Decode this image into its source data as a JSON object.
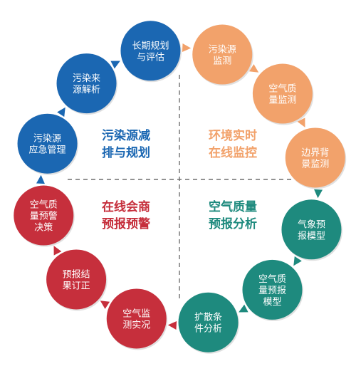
{
  "colors": {
    "blue": "#1b67b2",
    "orange": "#f2a26b",
    "teal": "#1e8a7e",
    "red": "#c62f3c",
    "divider": "#6f6f6f"
  },
  "quadrants": [
    {
      "id": "pollution-reduction",
      "line1": "污染源减",
      "line2": "排与规划",
      "color": "#1b67b2"
    },
    {
      "id": "env-monitoring",
      "line1": "环境实时",
      "line2": "在线监控",
      "color": "#f2a26b"
    },
    {
      "id": "aq-forecast",
      "line1": "空气质量",
      "line2": "预报分析",
      "color": "#1e8a7e"
    },
    {
      "id": "forecast-warning",
      "line1": "在线会商",
      "line2": "预报预警",
      "color": "#c62f3c"
    }
  ],
  "nodes": [
    {
      "id": "pollution-source-monitoring",
      "lines": [
        "污染源",
        "监测"
      ],
      "color": "#f2a26b"
    },
    {
      "id": "air-quality-monitoring",
      "lines": [
        "空气质",
        "量监测"
      ],
      "color": "#f2a26b"
    },
    {
      "id": "background-monitoring",
      "lines": [
        "边界背",
        "景监测"
      ],
      "color": "#f2a26b"
    },
    {
      "id": "meteorological-model",
      "lines": [
        "气象预",
        "报模型"
      ],
      "color": "#1e8a7e"
    },
    {
      "id": "aq-forecast-model",
      "lines": [
        "空气质",
        "量预报",
        "模型"
      ],
      "color": "#1e8a7e"
    },
    {
      "id": "diffusion-analysis",
      "lines": [
        "扩散条",
        "件分析"
      ],
      "color": "#1e8a7e"
    },
    {
      "id": "aq-monitoring-reality",
      "lines": [
        "空气监",
        "测实况"
      ],
      "color": "#c62f3c"
    },
    {
      "id": "forecast-correction",
      "lines": [
        "预报结",
        "果订正"
      ],
      "color": "#c62f3c"
    },
    {
      "id": "aq-warning-decision",
      "lines": [
        "空气质",
        "量预警",
        "决策"
      ],
      "color": "#c62f3c"
    },
    {
      "id": "emergency-management",
      "lines": [
        "污染源",
        "应急管理"
      ],
      "color": "#1b67b2"
    },
    {
      "id": "source-analysis",
      "lines": [
        "污染来",
        "源解析"
      ],
      "color": "#1b67b2"
    },
    {
      "id": "long-term-planning",
      "lines": [
        "长期规划",
        "与评估"
      ],
      "color": "#1b67b2"
    }
  ]
}
